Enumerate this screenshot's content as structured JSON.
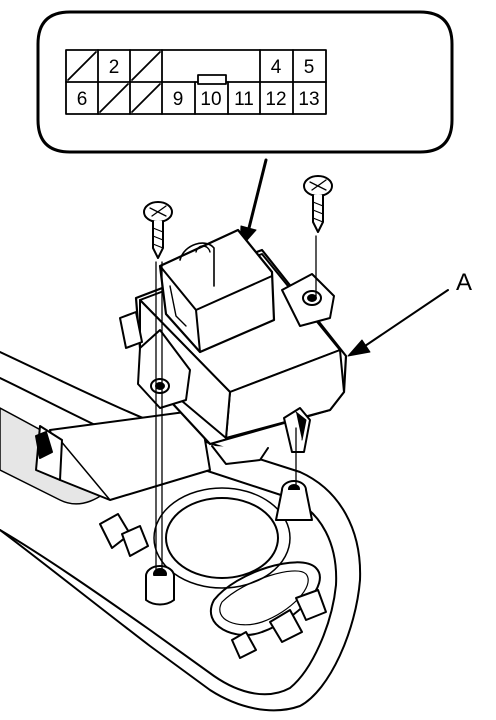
{
  "connector": {
    "title": "",
    "pins_top": [
      "2",
      "4",
      "5"
    ],
    "pins_bottom": [
      "6",
      "9",
      "10",
      "11",
      "12",
      "13"
    ]
  },
  "callouts": {
    "part_label": "A"
  },
  "colors": {
    "line": "#000000",
    "shade": "#d9d9d9",
    "background": "#ffffff"
  }
}
